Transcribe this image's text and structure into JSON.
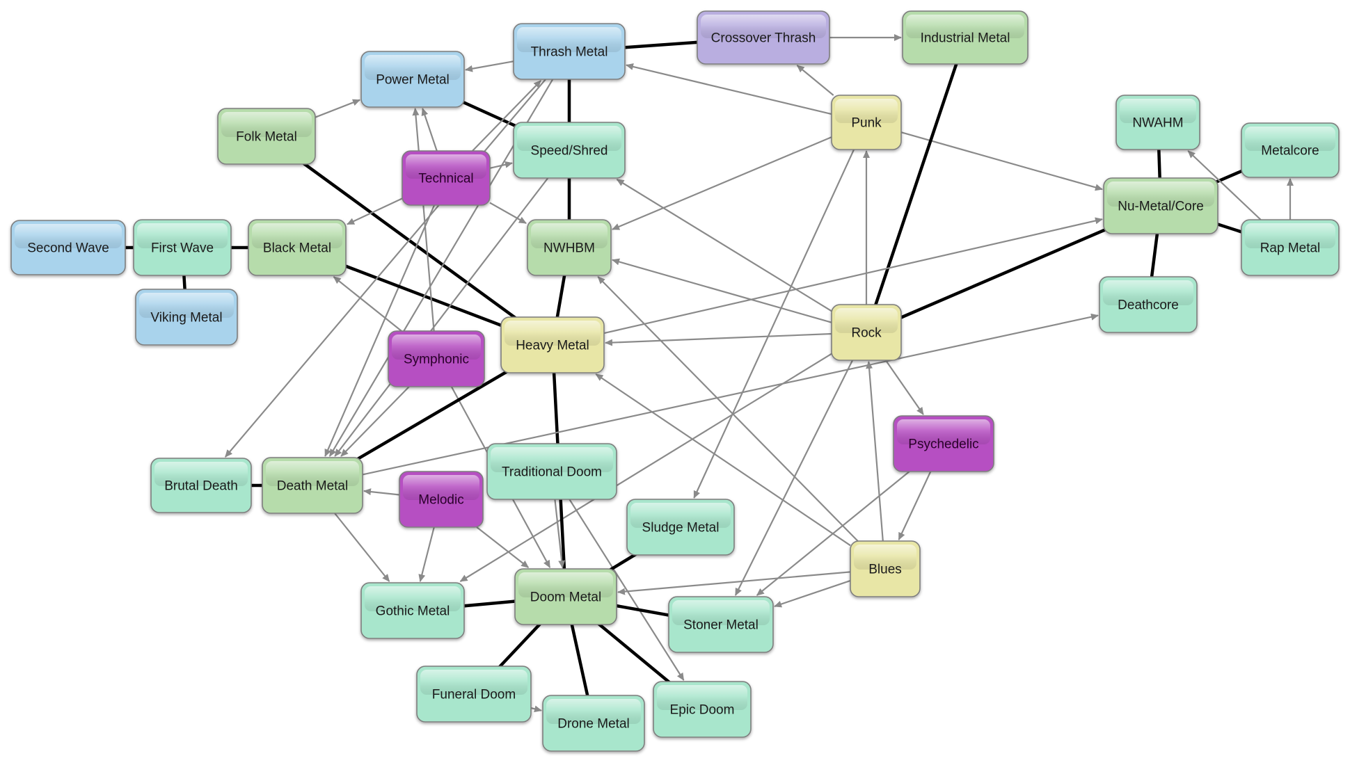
{
  "diagram": {
    "type": "genre-network",
    "colors": {
      "blue": "#a9d3ec",
      "green": "#b6dcab",
      "mint": "#a8e6cc",
      "yellow": "#e8e6a6",
      "purple": "#b64fc2",
      "lavender": "#b9aee0",
      "strong_edge": "#000000",
      "arrow_edge": "#8a8a8a"
    },
    "nodes": [
      {
        "id": "thrash",
        "label": "Thrash Metal",
        "color": "blue"
      },
      {
        "id": "crossover",
        "label": "Crossover Thrash",
        "color": "lavender"
      },
      {
        "id": "industrial",
        "label": "Industrial Metal",
        "color": "green"
      },
      {
        "id": "power",
        "label": "Power Metal",
        "color": "blue"
      },
      {
        "id": "folk",
        "label": "Folk Metal",
        "color": "green"
      },
      {
        "id": "technical",
        "label": "Technical",
        "color": "purple"
      },
      {
        "id": "speed",
        "label": "Speed/Shred",
        "color": "mint"
      },
      {
        "id": "punk",
        "label": "Punk",
        "color": "yellow"
      },
      {
        "id": "nwahm",
        "label": "NWAHM",
        "color": "mint"
      },
      {
        "id": "metalcore",
        "label": "Metalcore",
        "color": "mint"
      },
      {
        "id": "numetal",
        "label": "Nu-Metal/Core",
        "color": "green"
      },
      {
        "id": "second",
        "label": "Second Wave",
        "color": "blue"
      },
      {
        "id": "first",
        "label": "First Wave",
        "color": "mint"
      },
      {
        "id": "black",
        "label": "Black Metal",
        "color": "green"
      },
      {
        "id": "nwhbm",
        "label": "NWHBM",
        "color": "green"
      },
      {
        "id": "rap",
        "label": "Rap Metal",
        "color": "mint"
      },
      {
        "id": "viking",
        "label": "Viking Metal",
        "color": "blue"
      },
      {
        "id": "deathcore",
        "label": "Deathcore",
        "color": "mint"
      },
      {
        "id": "symphonic",
        "label": "Symphonic",
        "color": "purple"
      },
      {
        "id": "heavy",
        "label": "Heavy Metal",
        "color": "yellow"
      },
      {
        "id": "rock",
        "label": "Rock",
        "color": "yellow"
      },
      {
        "id": "psychedelic",
        "label": "Psychedelic",
        "color": "purple"
      },
      {
        "id": "brutal",
        "label": "Brutal Death",
        "color": "mint"
      },
      {
        "id": "death",
        "label": "Death Metal",
        "color": "green"
      },
      {
        "id": "tradoom",
        "label": "Traditional Doom",
        "color": "mint"
      },
      {
        "id": "melodic",
        "label": "Melodic",
        "color": "purple"
      },
      {
        "id": "sludge",
        "label": "Sludge Metal",
        "color": "mint"
      },
      {
        "id": "blues",
        "label": "Blues",
        "color": "yellow"
      },
      {
        "id": "gothic",
        "label": "Gothic Metal",
        "color": "mint"
      },
      {
        "id": "doom",
        "label": "Doom Metal",
        "color": "green"
      },
      {
        "id": "stoner",
        "label": "Stoner Metal",
        "color": "mint"
      },
      {
        "id": "funeral",
        "label": "Funeral Doom",
        "color": "mint"
      },
      {
        "id": "drone",
        "label": "Drone Metal",
        "color": "mint"
      },
      {
        "id": "epic",
        "label": "Epic Doom",
        "color": "mint"
      }
    ],
    "edges": [
      {
        "from": "thrash",
        "to": "crossover",
        "style": "strong"
      },
      {
        "from": "crossover",
        "to": "industrial",
        "style": "arrow"
      },
      {
        "from": "thrash",
        "to": "power",
        "style": "arrow"
      },
      {
        "from": "thrash",
        "to": "speed",
        "style": "strong"
      },
      {
        "from": "power",
        "to": "speed",
        "style": "strong"
      },
      {
        "from": "folk",
        "to": "power",
        "style": "arrow"
      },
      {
        "from": "folk",
        "to": "heavy",
        "style": "strong"
      },
      {
        "from": "technical",
        "to": "power",
        "style": "arrow"
      },
      {
        "from": "technical",
        "to": "thrash",
        "style": "arrow"
      },
      {
        "from": "technical",
        "to": "speed",
        "style": "arrow"
      },
      {
        "from": "technical",
        "to": "black",
        "style": "arrow"
      },
      {
        "from": "technical",
        "to": "nwhbm",
        "style": "arrow"
      },
      {
        "from": "technical",
        "to": "death",
        "style": "arrow"
      },
      {
        "from": "speed",
        "to": "nwhbm",
        "style": "strong"
      },
      {
        "from": "nwhbm",
        "to": "heavy",
        "style": "strong"
      },
      {
        "from": "punk",
        "to": "thrash",
        "style": "arrow"
      },
      {
        "from": "punk",
        "to": "crossover",
        "style": "arrow"
      },
      {
        "from": "punk",
        "to": "numetal",
        "style": "arrow"
      },
      {
        "from": "punk",
        "to": "nwhbm",
        "style": "arrow"
      },
      {
        "from": "punk",
        "to": "sludge",
        "style": "arrow"
      },
      {
        "from": "rock",
        "to": "punk",
        "style": "arrow"
      },
      {
        "from": "industrial",
        "to": "rock",
        "style": "strong"
      },
      {
        "from": "rock",
        "to": "numetal",
        "style": "strong"
      },
      {
        "from": "rock",
        "to": "heavy",
        "style": "arrow"
      },
      {
        "from": "rock",
        "to": "speed",
        "style": "arrow"
      },
      {
        "from": "rock",
        "to": "nwhbm",
        "style": "arrow"
      },
      {
        "from": "rock",
        "to": "psychedelic",
        "style": "arrow"
      },
      {
        "from": "rock",
        "to": "gothic",
        "style": "arrow"
      },
      {
        "from": "rock",
        "to": "stoner",
        "style": "arrow"
      },
      {
        "from": "blues",
        "to": "rock",
        "style": "arrow"
      },
      {
        "from": "blues",
        "to": "heavy",
        "style": "arrow"
      },
      {
        "from": "blues",
        "to": "nwhbm",
        "style": "arrow"
      },
      {
        "from": "blues",
        "to": "doom",
        "style": "arrow"
      },
      {
        "from": "blues",
        "to": "stoner",
        "style": "arrow"
      },
      {
        "from": "psychedelic",
        "to": "blues",
        "style": "arrow"
      },
      {
        "from": "psychedelic",
        "to": "stoner",
        "style": "arrow"
      },
      {
        "from": "heavy",
        "to": "numetal",
        "style": "arrow"
      },
      {
        "from": "numetal",
        "to": "nwahm",
        "style": "strong"
      },
      {
        "from": "numetal",
        "to": "metalcore",
        "style": "strong"
      },
      {
        "from": "numetal",
        "to": "rap",
        "style": "strong"
      },
      {
        "from": "numetal",
        "to": "deathcore",
        "style": "strong"
      },
      {
        "from": "rap",
        "to": "metalcore",
        "style": "arrow"
      },
      {
        "from": "rap",
        "to": "nwahm",
        "style": "arrow"
      },
      {
        "from": "second",
        "to": "first",
        "style": "strong"
      },
      {
        "from": "first",
        "to": "black",
        "style": "strong"
      },
      {
        "from": "first",
        "to": "viking",
        "style": "strong"
      },
      {
        "from": "black",
        "to": "heavy",
        "style": "strong"
      },
      {
        "from": "symphonic",
        "to": "black",
        "style": "arrow"
      },
      {
        "from": "symphonic",
        "to": "power",
        "style": "arrow"
      },
      {
        "from": "symphonic",
        "to": "death",
        "style": "arrow"
      },
      {
        "from": "symphonic",
        "to": "doom",
        "style": "arrow"
      },
      {
        "from": "heavy",
        "to": "death",
        "style": "strong"
      },
      {
        "from": "heavy",
        "to": "doom",
        "style": "strong"
      },
      {
        "from": "speed",
        "to": "death",
        "style": "arrow"
      },
      {
        "from": "thrash",
        "to": "death",
        "style": "arrow"
      },
      {
        "from": "thrash",
        "to": "brutal",
        "style": "arrow"
      },
      {
        "from": "brutal",
        "to": "death",
        "style": "strong"
      },
      {
        "from": "death",
        "to": "deathcore",
        "style": "arrow"
      },
      {
        "from": "death",
        "to": "gothic",
        "style": "arrow"
      },
      {
        "from": "melodic",
        "to": "death",
        "style": "arrow"
      },
      {
        "from": "melodic",
        "to": "gothic",
        "style": "arrow"
      },
      {
        "from": "melodic",
        "to": "doom",
        "style": "arrow"
      },
      {
        "from": "tradoom",
        "to": "doom",
        "style": "arrow"
      },
      {
        "from": "tradoom",
        "to": "epic",
        "style": "arrow"
      },
      {
        "from": "gothic",
        "to": "doom",
        "style": "strong"
      },
      {
        "from": "sludge",
        "to": "doom",
        "style": "strong"
      },
      {
        "from": "doom",
        "to": "stoner",
        "style": "strong"
      },
      {
        "from": "doom",
        "to": "funeral",
        "style": "strong"
      },
      {
        "from": "doom",
        "to": "drone",
        "style": "strong"
      },
      {
        "from": "doom",
        "to": "epic",
        "style": "strong"
      },
      {
        "from": "funeral",
        "to": "drone",
        "style": "arrow"
      }
    ]
  }
}
